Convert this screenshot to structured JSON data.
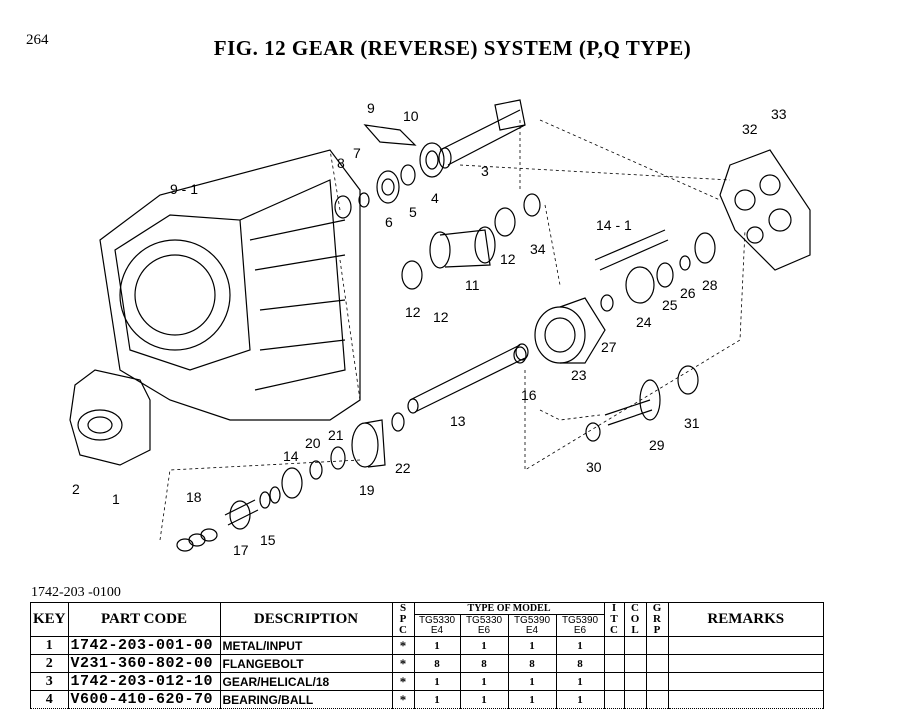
{
  "page_number": "264",
  "title": "FIG. 12  GEAR (REVERSE) SYSTEM (P,Q TYPE)",
  "diagram": {
    "callouts": [
      "9",
      "10",
      "7",
      "8",
      "3",
      "33",
      "32",
      "9 - 1",
      "6",
      "5",
      "4",
      "34",
      "14 - 1",
      "12",
      "11",
      "12",
      "25",
      "26",
      "28",
      "24",
      "27",
      "23",
      "16",
      "13",
      "20",
      "21",
      "14",
      "22",
      "19",
      "29",
      "31",
      "30",
      "2",
      "1",
      "18",
      "15",
      "17",
      "12"
    ]
  },
  "drawing_code": "1742-203 -0100",
  "table": {
    "headers": {
      "key": "KEY",
      "part_code": "PART CODE",
      "description": "DESCRIPTION",
      "spc": [
        "S",
        "P",
        "C"
      ],
      "type_of_model": "TYPE OF MODEL",
      "models": [
        [
          "TG5330",
          "E4"
        ],
        [
          "TG5330",
          "E6"
        ],
        [
          "TG5390",
          "E4"
        ],
        [
          "TG5390",
          "E6"
        ]
      ],
      "itc": [
        "I",
        "T",
        "C"
      ],
      "col": [
        "C",
        "O",
        "L"
      ],
      "grp": [
        "G",
        "R",
        "P"
      ],
      "remarks": "REMARKS"
    },
    "rows": [
      {
        "key": "1",
        "code": "1742-203-001-00",
        "desc": "METAL/INPUT",
        "spc": "*",
        "qty": [
          "1",
          "1",
          "1",
          "1"
        ]
      },
      {
        "key": "2",
        "code": "V231-360-802-00",
        "desc": "FLANGEBOLT",
        "spc": "*",
        "qty": [
          "8",
          "8",
          "8",
          "8"
        ]
      },
      {
        "key": "3",
        "code": "1742-203-012-10",
        "desc": "GEAR/HELICAL/18",
        "spc": "*",
        "qty": [
          "1",
          "1",
          "1",
          "1"
        ]
      },
      {
        "key": "4",
        "code": "V600-410-620-70",
        "desc": "BEARING/BALL",
        "spc": "*",
        "qty": [
          "1",
          "1",
          "1",
          "1"
        ]
      }
    ]
  }
}
